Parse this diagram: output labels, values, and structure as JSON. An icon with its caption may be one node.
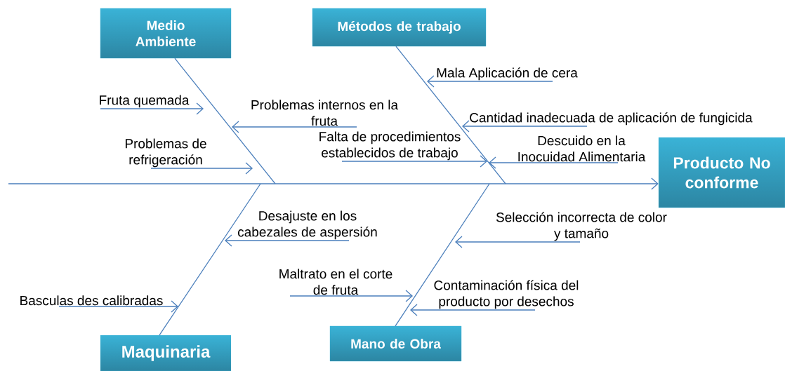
{
  "diagram": {
    "nodes": [
      {
        "text": [
          "Medio Ambiente"
        ]
      },
      {
        "text": [
          "Métodos de trabajo"
        ]
      },
      {
        "text": [
          "Producto No conforme"
        ]
      },
      {
        "text": [
          "Maquinaria"
        ]
      },
      {
        "text": [
          "Mano de Obra"
        ]
      },
      {
        "text": [
          "Fruta quemada"
        ]
      },
      {
        "text": [
          "Problemas internos en la fruta"
        ]
      },
      {
        "text": [
          "Problemas de refrigeración"
        ]
      },
      {
        "text": [
          "Falta de procedimientos establecidos de trabajo"
        ]
      },
      {
        "text": [
          "Mala Aplicación de cera"
        ]
      },
      {
        "text": [
          "Cantidad inadecuada de aplicación de fungicida"
        ]
      },
      {
        "text": [
          "Descuido en la Inocuidad Alimentaria"
        ]
      },
      {
        "text": [
          "Desajuste en los cabezales de aspersión"
        ]
      },
      {
        "text": [
          "Basculas des calibradas"
        ]
      },
      {
        "text": [
          "Selección incorrecta de color y tamaño"
        ]
      },
      {
        "text": [
          "Maltrato en el corte de fruta"
        ]
      },
      {
        "text": [
          "Contaminación física del producto por desechos"
        ]
      }
    ],
    "edges": [
      {
        "from": null,
        "to": 2,
        "arrow": "to"
      },
      {
        "from": 0,
        "to": null,
        "arrow": "none"
      },
      {
        "from": 1,
        "to": null,
        "arrow": "none"
      },
      {
        "from": 3,
        "to": null,
        "arrow": "none"
      },
      {
        "from": 4,
        "to": null,
        "arrow": "none"
      },
      {
        "from": 5,
        "to": null,
        "arrow": "to"
      },
      {
        "from": 6,
        "to": null,
        "arrow": "to"
      },
      {
        "from": 7,
        "to": null,
        "arrow": "to"
      },
      {
        "from": 8,
        "to": null,
        "arrow": "to"
      },
      {
        "from": 9,
        "to": null,
        "arrow": "to"
      },
      {
        "from": 10,
        "to": null,
        "arrow": "to"
      },
      {
        "from": 11,
        "to": null,
        "arrow": "to"
      },
      {
        "from": 12,
        "to": null,
        "arrow": "to"
      },
      {
        "from": 13,
        "to": null,
        "arrow": "to"
      },
      {
        "from": 14,
        "to": null,
        "arrow": "to"
      },
      {
        "from": 15,
        "to": null,
        "arrow": "to"
      },
      {
        "from": 16,
        "to": null,
        "arrow": "to"
      }
    ]
  }
}
